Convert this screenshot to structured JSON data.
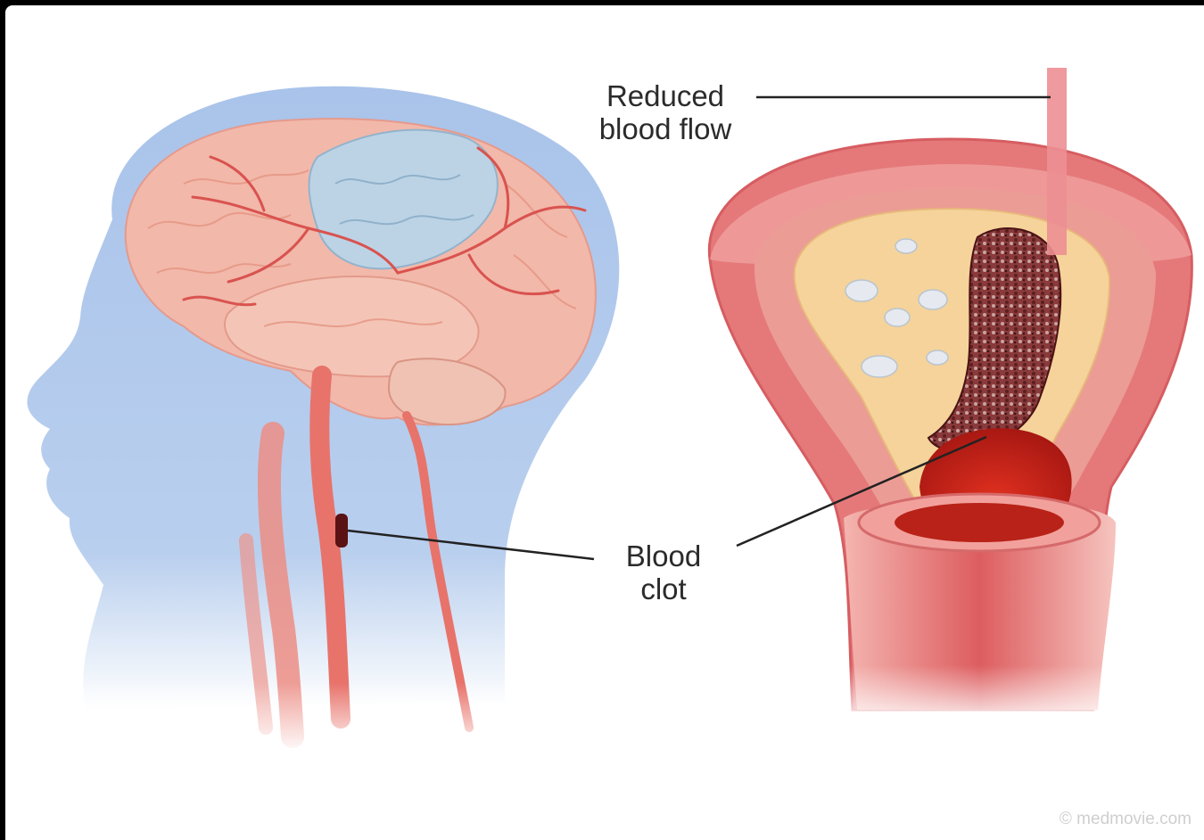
{
  "labels": {
    "reduced_blood_flow": "Reduced\nblood flow",
    "blood_clot": "Blood\nclot"
  },
  "credit": "© medmovie.com",
  "colors": {
    "background_frame": "#000000",
    "head_silhouette": "#aec6ea",
    "brain_pink": "#f2b8aa",
    "brain_ischemic_blue": "#bcd3e6",
    "artery_red": "#e8736b",
    "vessel_wall": "#e5797a",
    "plaque": "#f5d39a",
    "clot": "#7a2c2c"
  }
}
